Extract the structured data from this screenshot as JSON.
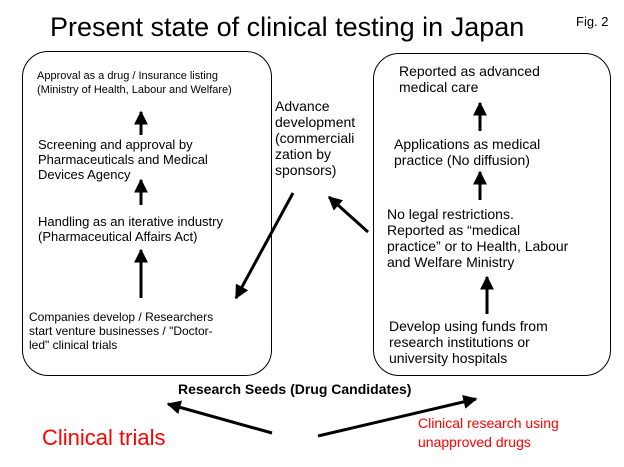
{
  "title": "Present state of clinical testing in Japan",
  "figure_label": "Fig. 2",
  "left_box": {
    "approval": "Approval as a drug / Insurance listing\n(Ministry of Health, Labour and Welfare)",
    "screening": "Screening and approval by\nPharmaceuticals and Medical\nDevices Agency",
    "handling": "Handling as an iterative industry\n(Pharmaceutical Affairs Act)",
    "companies": "Companies develop / Researchers\nstart venture businesses / \"Doctor-\nled\" clinical trials"
  },
  "advance_development": "Advance\ndevelopment\n(commerciali\nzation by\nsponsors)",
  "right_box": {
    "reported": "Reported as advanced\nmedical care",
    "applications": "Applications as medical\npractice (No diffusion)",
    "no_legal": "No legal restrictions.\nReported as “medical\npractice” or to Health, Labour\nand Welfare Ministry",
    "develop_funds": "Develop using funds from\nresearch institutions or\nuniversity hospitals"
  },
  "research_seeds": "Research Seeds  (Drug Candidates)",
  "clinical_trials": "Clinical trials",
  "clinical_research_unapproved": "Clinical research using\nunapproved drugs",
  "colors": {
    "accent_red": "#ff0000",
    "line": "#000000"
  }
}
